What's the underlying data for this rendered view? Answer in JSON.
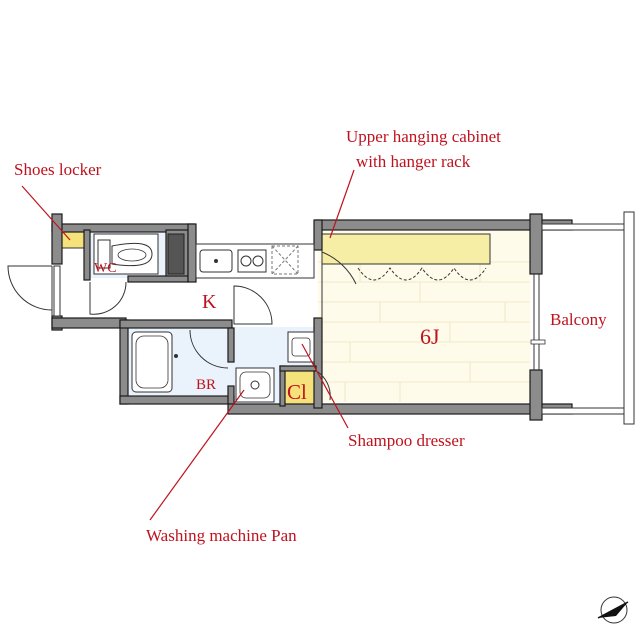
{
  "labels": {
    "shoes_locker": "Shoes locker",
    "upper_cabinet_line1": "Upper hanging cabinet",
    "upper_cabinet_line2": "with hanger rack",
    "wc": "WC",
    "kitchen": "K",
    "bedroom": "6J",
    "balcony": "Balcony",
    "bathroom": "BR",
    "closet": "Cl",
    "shampoo_dresser": "Shampoo dresser",
    "washing_machine_pan": "Washing machine Pan"
  },
  "colors": {
    "callout_text": "#c0121e",
    "wall": "#8c8c8c",
    "floor_wood": "#fffbea",
    "wet_area": "#eaf2fb",
    "closet_fill": "#f6e27a",
    "cabinet_fill": "#f7eea6",
    "kitchen_fill": "#ffffff"
  }
}
